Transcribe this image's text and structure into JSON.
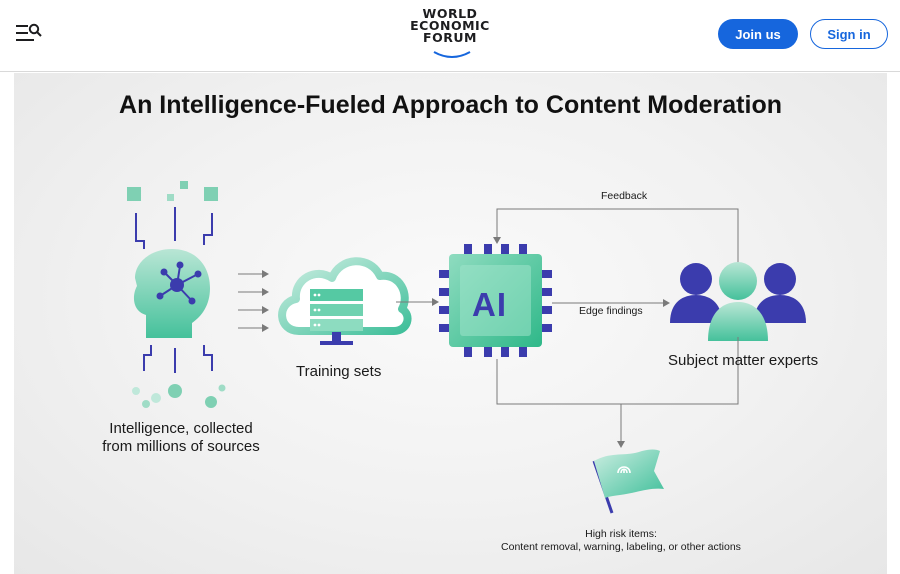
{
  "header": {
    "logo_lines": [
      "WORLD",
      "ECONOMIC",
      "FORUM"
    ],
    "join_label": "Join us",
    "signin_label": "Sign in"
  },
  "infographic": {
    "title": "An Intelligence-Fueled Approach to Content Moderation",
    "intelligence_label_line1": "Intelligence, collected",
    "intelligence_label_line2": "from millions of sources",
    "training_label": "Training sets",
    "ai_label": "AI",
    "edge_label": "Edge findings",
    "feedback_label": "Feedback",
    "experts_label": "Subject matter experts",
    "highrisk_line1": "High risk items:",
    "highrisk_line2": "Content removal, warning, labeling, or other actions"
  },
  "colors": {
    "brand_blue": "#1666dd",
    "purple": "#3b3cad",
    "teal": "#3fbf9a",
    "mint": "#bfe8da"
  }
}
